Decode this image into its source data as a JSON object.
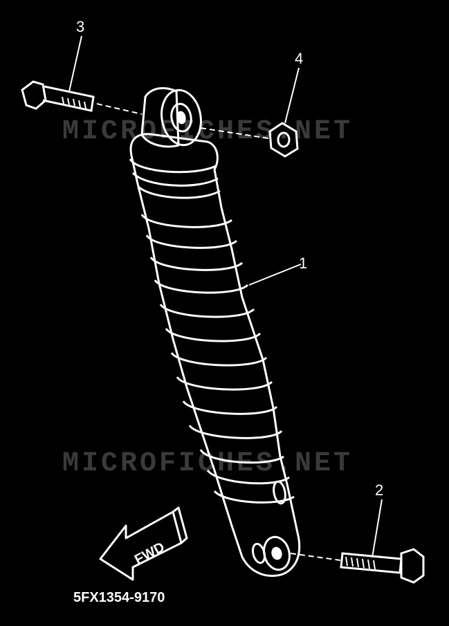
{
  "watermark": "MICROFICHES.NET",
  "part_labels": {
    "shock_absorber": "1",
    "bolt_lower": "2",
    "bolt_upper": "3",
    "nut": "4"
  },
  "direction_arrow": "FWD",
  "diagram_code": "5FX1354-9170",
  "colors": {
    "background": "#000000",
    "line": "#ffffff",
    "watermark": "#3a3a3a"
  }
}
